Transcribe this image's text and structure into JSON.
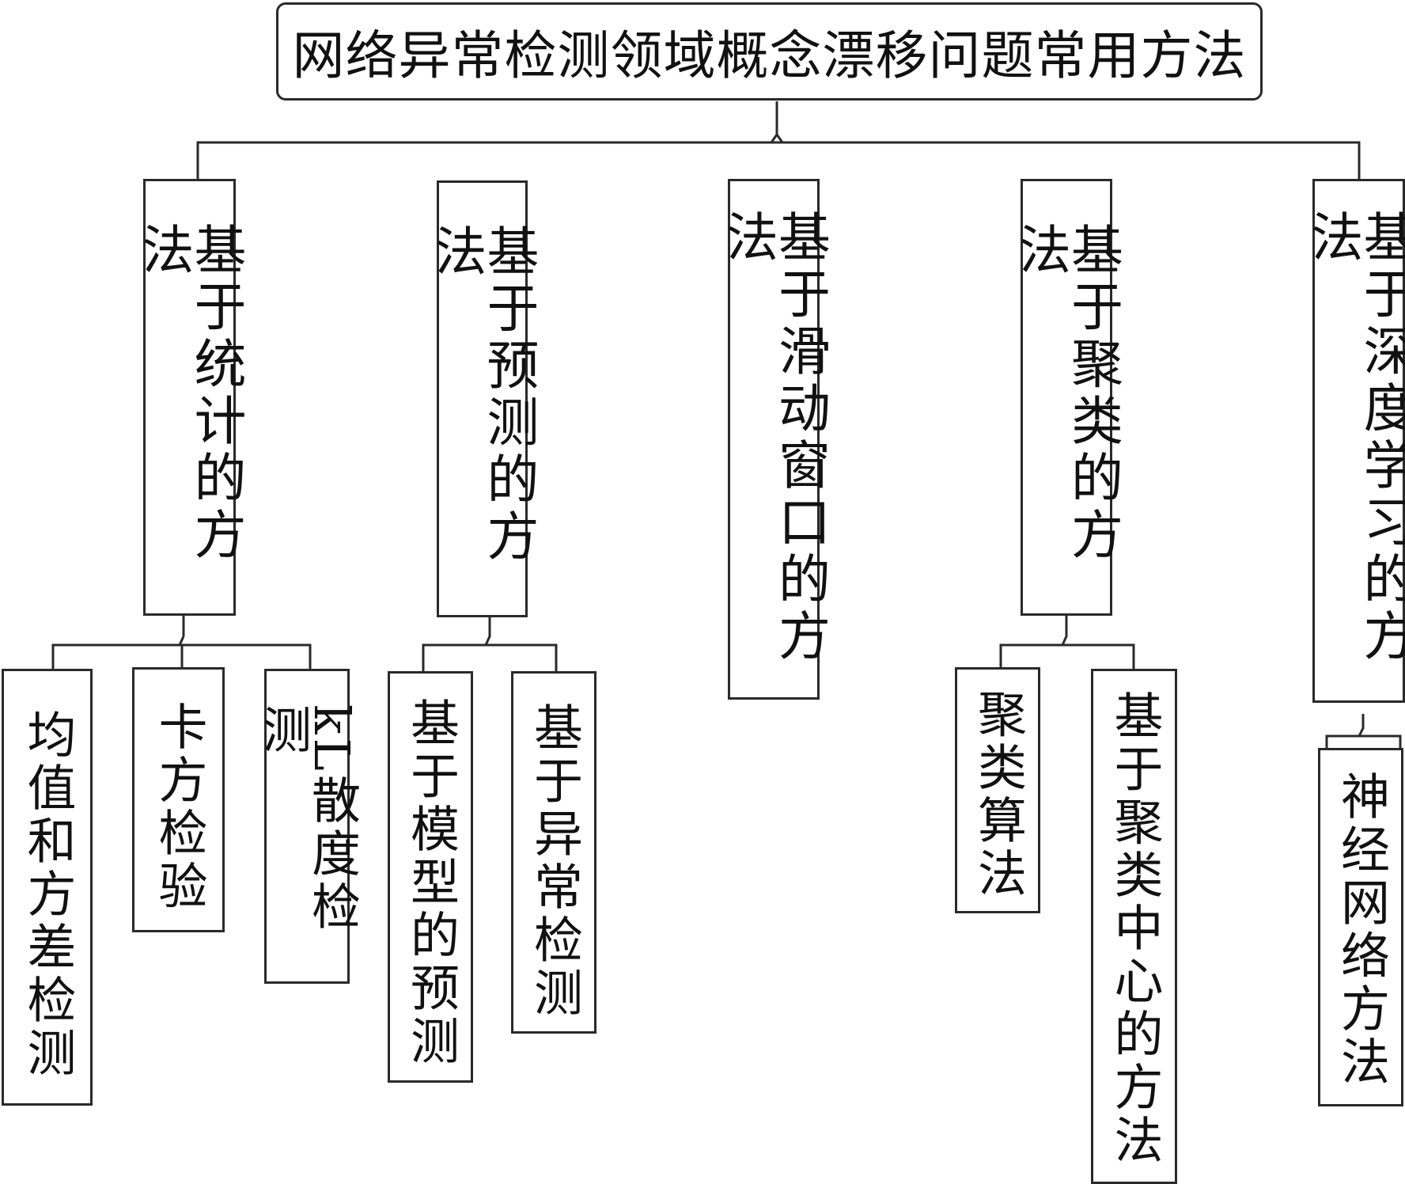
{
  "root": {
    "label": "网络异常检测领域概念漂移问题常用方法"
  },
  "methods": [
    {
      "label": "基于统计的方法",
      "children": [
        "均值和方差检测",
        "卡方检验",
        "kL散度检测"
      ]
    },
    {
      "label": "基于预测的方法",
      "children": [
        "基于模型的预测",
        "基于异常检测"
      ]
    },
    {
      "label": "基于滑动窗口的方法",
      "children": []
    },
    {
      "label": "基于聚类的方法",
      "children": [
        "聚类算法",
        "基于聚类中心的方法"
      ]
    },
    {
      "label": "基于深度学习的方法",
      "children": [
        "神经网络方法"
      ]
    }
  ],
  "kl_parts": {
    "latin": "kL",
    "cjk": "散度检测"
  }
}
